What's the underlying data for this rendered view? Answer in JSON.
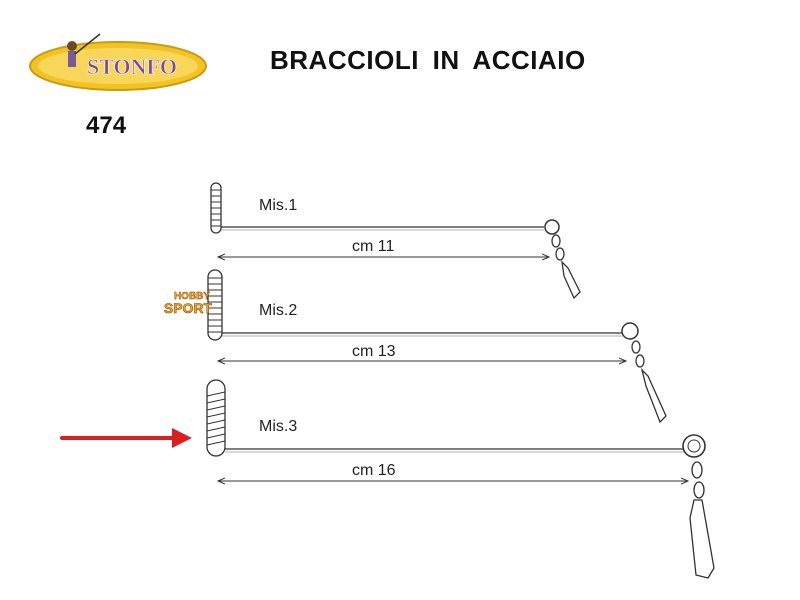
{
  "header": {
    "brand": "STONFO",
    "title": "BRACCIOLI  IN  ACCIAIO",
    "code": "474"
  },
  "watermark": {
    "line1": "HOBBY",
    "line2": "SPORT"
  },
  "diagram": {
    "items": [
      {
        "size_label": "Mis.1",
        "length_label": "cm 11"
      },
      {
        "size_label": "Mis.2",
        "length_label": "cm 13"
      },
      {
        "size_label": "Mis.3",
        "length_label": "cm 16"
      }
    ],
    "highlighted_item": "Mis.3",
    "colors": {
      "arrow": "#d92020",
      "line": "#333333",
      "logo_fill": "#f3c323",
      "logo_text": "#7a4a9a"
    }
  }
}
